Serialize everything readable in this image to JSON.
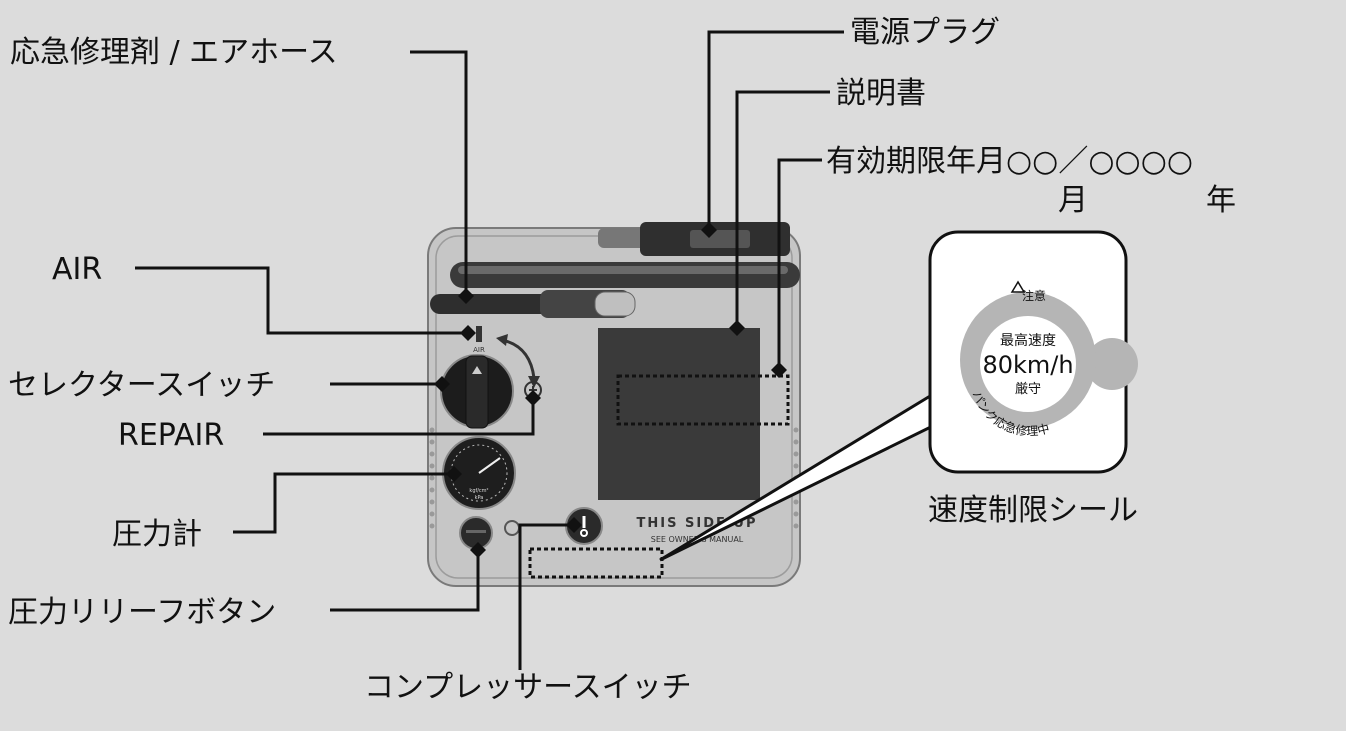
{
  "callouts": {
    "repair_kit_hose": "応急修理剤 / エアホース",
    "power_plug": "電源プラグ",
    "manual": "説明書",
    "expiry": "有効期限年月○○／○○○○",
    "expiry_month": "月",
    "expiry_year": "年",
    "air": "AIR",
    "selector_switch": "セレクタースイッチ",
    "repair": "REPAIR",
    "pressure_gauge": "圧力計",
    "pressure_release_button": "圧力リリーフボタン",
    "compressor_switch": "コンプレッサースイッチ",
    "speed_limit_seal": "速度制限シール"
  },
  "device": {
    "air_mark": "AIR",
    "this_side_up": "THIS SIDE UP",
    "see_manual": "SEE OWNER'S MANUAL",
    "gauge_unit": "kgf/cm²",
    "gauge_unit2": "kPa"
  },
  "seal": {
    "caution": "注意",
    "line1": "最高速度",
    "speed": "80km/h",
    "line2": "厳守",
    "ring_text": "パンク応急修理中"
  }
}
